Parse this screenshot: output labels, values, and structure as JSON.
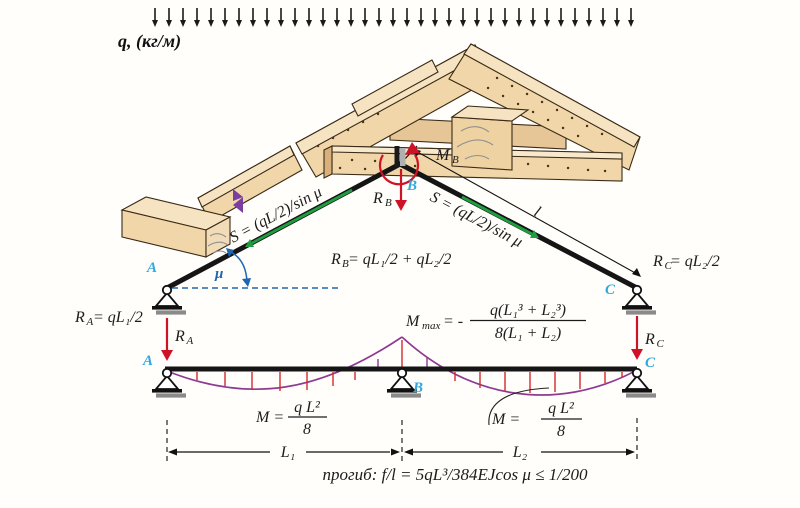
{
  "figure": {
    "load_label": "q, (кг/м)",
    "roof": {
      "point_a": "A",
      "point_b": "B",
      "point_c": "C",
      "angle_label": "μ",
      "member_force_left": "S = (qL/2)/sin μ",
      "member_force_right": "S = (qL/2)/sin μ",
      "length_marker": "l",
      "moment_b": {
        "main": "M",
        "sub": "B"
      },
      "reaction_b": {
        "main": "R",
        "sub": "B"
      },
      "reaction_b_formula": {
        "main": "R",
        "sub": "B",
        "rest": " = qL₁/2 + qL₂/2"
      },
      "reaction_a_formula": {
        "main": "R",
        "sub": "A",
        "rest": "= qL₁/2"
      },
      "reaction_a": {
        "main": "R",
        "sub": "A"
      },
      "reaction_c_formula": {
        "main": "R",
        "sub": "C",
        "rest": " = qL₂/2"
      },
      "reaction_c": {
        "main": "R",
        "sub": "C"
      }
    },
    "beam": {
      "point_a": "A",
      "point_b": "B",
      "point_c": "C",
      "max_moment": {
        "main": "M",
        "sub": "max",
        "eq": " = -",
        "numerator": "q(L₁³ + L₂³)",
        "denominator": "8(L₁ + L₂)"
      },
      "span_moment_left": {
        "prefix": "M =",
        "numerator": "q L²",
        "denominator": "8"
      },
      "span_moment_right": {
        "prefix": "M =",
        "numerator": "q L²",
        "denominator": "8"
      },
      "dim_l1": "L₁",
      "dim_l2": "L₂",
      "deflection_formula": "прогиб: f/l = 5qL³/384EJcos μ ≤ 1/200"
    },
    "colors": {
      "reaction_red": "#d01226",
      "member_force_green": "#1f9e40",
      "node_cyan": "#2fa8dc",
      "angle_blue": "#1e66b0",
      "moment_purple": "#8e3a93",
      "hatch_red": "#d22b2b",
      "wood_light": "#f6e3c2",
      "wood_mid": "#f0d6a8",
      "wood_dark": "#e2bf8e"
    }
  }
}
